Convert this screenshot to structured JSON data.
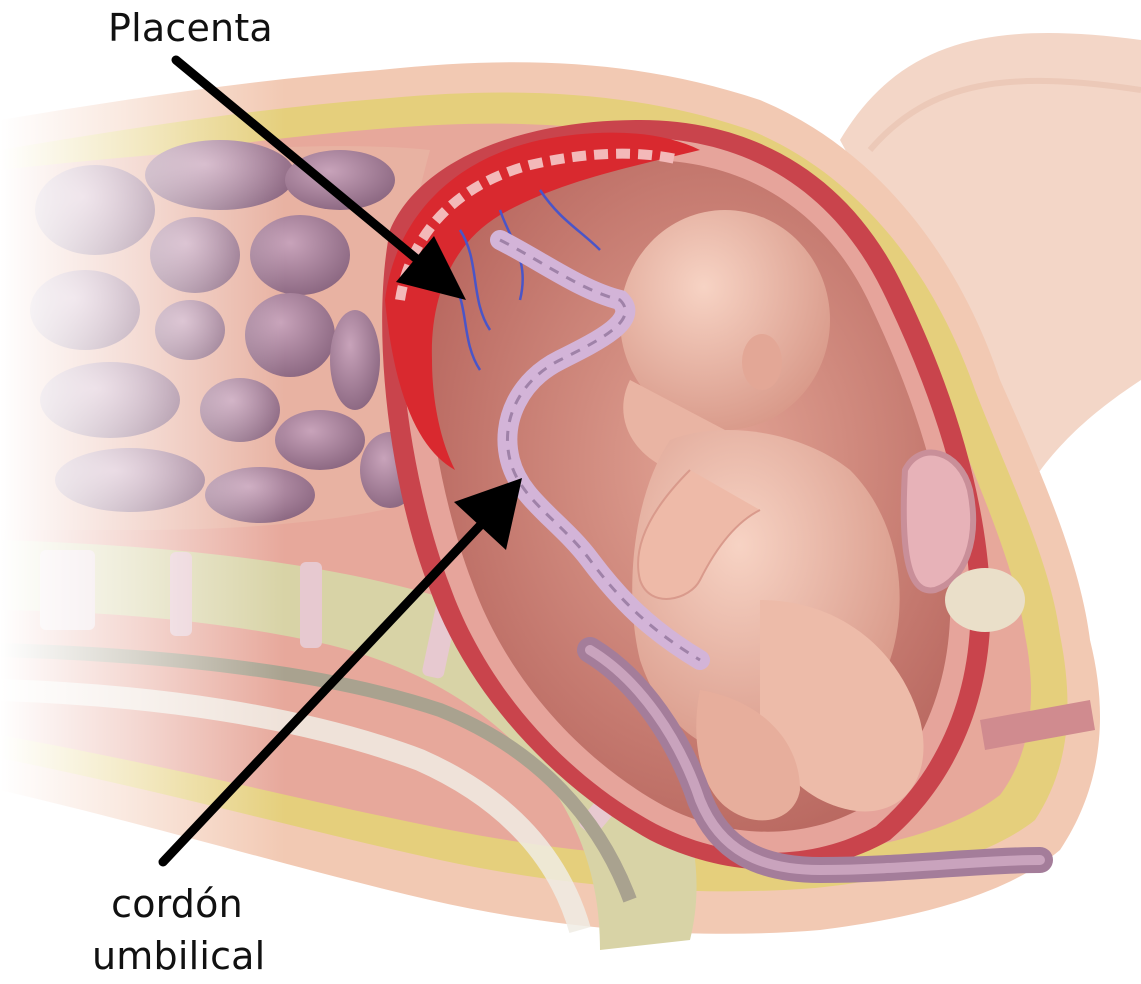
{
  "labels": {
    "placenta": "Placenta",
    "cord_line1": "cordón",
    "cord_line2": "umbilical"
  },
  "colors": {
    "skin": "#f1c8b5",
    "fat": "#e9d27a",
    "muscle": "#d68c86",
    "uterine_wall": "#c7424b",
    "amniotic_cavity": "#c98579",
    "fetus": "#f0bfae",
    "fetus_shade": "#d99a8c",
    "placenta": "#d9292f",
    "vessels": "#4a55c8",
    "intestines": "#a87f99",
    "vertebrae": "#d6d0a2",
    "discs": "#ead7dc",
    "cord": "#d3b4d8",
    "arrow": "#000000",
    "text": "#111111"
  }
}
